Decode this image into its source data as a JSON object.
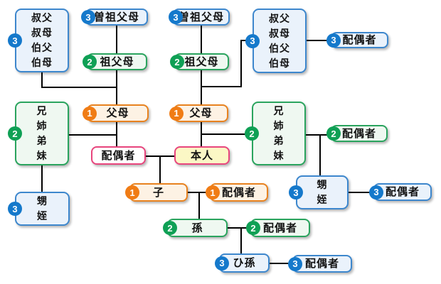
{
  "diagram_type": "family-kinship-degree-chart",
  "colors": {
    "degree1_orange": "#f07c15",
    "degree2_green": "#0fa055",
    "degree3_blue": "#1579cb",
    "self_accent_pink": "#e8457d",
    "self_fill_yellow": "#fbf7c5",
    "connector_black": "#000000"
  },
  "nodes": {
    "uncle_spouse_side": {
      "label": "叔父\n叔母\n伯父\n伯母",
      "degree": "3"
    },
    "great_grandparents_spouse_side": {
      "label": "曽祖父母",
      "degree": "3"
    },
    "great_grandparents_self_side": {
      "label": "曽祖父母",
      "degree": "3"
    },
    "uncle_self_side": {
      "label": "叔父\n叔母\n伯父\n伯母",
      "degree": "3"
    },
    "uncle_self_side_spouse": {
      "label": "配偶者",
      "degree": "3"
    },
    "grandparents_spouse_side": {
      "label": "祖父母",
      "degree": "2"
    },
    "grandparents_self_side": {
      "label": "祖父母",
      "degree": "2"
    },
    "parents_spouse_side": {
      "label": "父母",
      "degree": "1"
    },
    "parents_self_side": {
      "label": "父母",
      "degree": "1"
    },
    "siblings_spouse_side": {
      "label": "兄\n姉\n弟\n妹",
      "degree": "2"
    },
    "siblings_self_side": {
      "label": "兄\n姉\n弟\n妹",
      "degree": "2"
    },
    "siblings_self_side_spouse": {
      "label": "配偶者",
      "degree": "2"
    },
    "spouse": {
      "label": "配偶者"
    },
    "self": {
      "label": "本人"
    },
    "nephew_spouse_side": {
      "label": "甥\n姪",
      "degree": "3"
    },
    "child": {
      "label": "子",
      "degree": "1"
    },
    "child_spouse": {
      "label": "配偶者",
      "degree": "1"
    },
    "nephew_self_side": {
      "label": "甥\n姪",
      "degree": "3"
    },
    "nephew_self_side_spouse": {
      "label": "配偶者",
      "degree": "3"
    },
    "grandchild": {
      "label": "孫",
      "degree": "2"
    },
    "grandchild_spouse": {
      "label": "配偶者",
      "degree": "2"
    },
    "great_grandchild": {
      "label": "ひ孫",
      "degree": "3"
    },
    "great_grandchild_spouse": {
      "label": "配偶者",
      "degree": "3"
    }
  }
}
